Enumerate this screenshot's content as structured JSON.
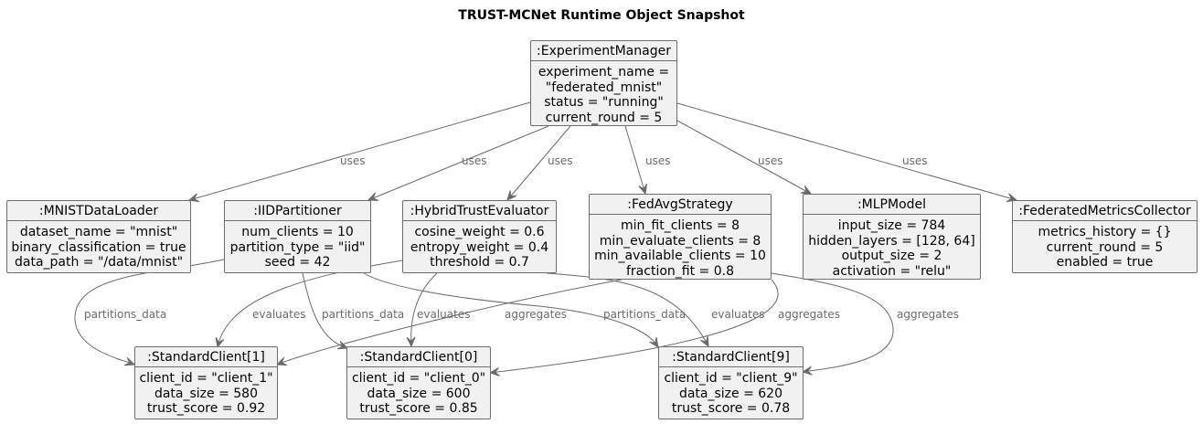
{
  "title": "TRUST-MCNet Runtime Object Snapshot",
  "objects": {
    "experiment_manager": {
      "name": ":ExperimentManager",
      "attrs": [
        "experiment_name =",
        "\"federated_mnist\"",
        "status = \"running\"",
        "current_round = 5"
      ]
    },
    "mnist_data_loader": {
      "name": ":MNISTDataLoader",
      "attrs": [
        "dataset_name = \"mnist\"",
        "binary_classification = true",
        "data_path = \"/data/mnist\""
      ]
    },
    "iid_partitioner": {
      "name": ":IIDPartitioner",
      "attrs": [
        "num_clients = 10",
        "partition_type = \"iid\"",
        "seed = 42"
      ]
    },
    "hybrid_trust_evaluator": {
      "name": ":HybridTrustEvaluator",
      "attrs": [
        "cosine_weight = 0.6",
        "entropy_weight = 0.4",
        "threshold = 0.7"
      ]
    },
    "fedavg_strategy": {
      "name": ":FedAvgStrategy",
      "attrs": [
        "min_fit_clients = 8",
        "min_evaluate_clients = 8",
        "min_available_clients = 10",
        "fraction_fit = 0.8"
      ]
    },
    "mlp_model": {
      "name": ":MLPModel",
      "attrs": [
        "input_size = 784",
        "hidden_layers = [128, 64]",
        "output_size = 2",
        "activation = \"relu\""
      ]
    },
    "federated_metrics_collector": {
      "name": ":FederatedMetricsCollector",
      "attrs": [
        "metrics_history = {}",
        "current_round = 5",
        "enabled = true"
      ]
    },
    "standard_client_1": {
      "name": ":StandardClient[1]",
      "attrs": [
        "client_id = \"client_1\"",
        "data_size = 580",
        "trust_score = 0.92"
      ]
    },
    "standard_client_0": {
      "name": ":StandardClient[0]",
      "attrs": [
        "client_id = \"client_0\"",
        "data_size = 600",
        "trust_score = 0.85"
      ]
    },
    "standard_client_9": {
      "name": ":StandardClient[9]",
      "attrs": [
        "client_id = \"client_9\"",
        "data_size = 620",
        "trust_score = 0.78"
      ]
    }
  },
  "links": [
    {
      "from": "experiment_manager",
      "to": "mnist_data_loader",
      "label": "uses"
    },
    {
      "from": "experiment_manager",
      "to": "iid_partitioner",
      "label": "uses"
    },
    {
      "from": "experiment_manager",
      "to": "hybrid_trust_evaluator",
      "label": "uses"
    },
    {
      "from": "experiment_manager",
      "to": "fedavg_strategy",
      "label": "uses"
    },
    {
      "from": "experiment_manager",
      "to": "mlp_model",
      "label": "uses"
    },
    {
      "from": "experiment_manager",
      "to": "federated_metrics_collector",
      "label": "uses"
    },
    {
      "from": "iid_partitioner",
      "to": "standard_client_1",
      "label": "partitions_data"
    },
    {
      "from": "iid_partitioner",
      "to": "standard_client_0",
      "label": "partitions_data"
    },
    {
      "from": "iid_partitioner",
      "to": "standard_client_9",
      "label": "partitions_data"
    },
    {
      "from": "hybrid_trust_evaluator",
      "to": "standard_client_1",
      "label": "evaluates"
    },
    {
      "from": "hybrid_trust_evaluator",
      "to": "standard_client_0",
      "label": "evaluates"
    },
    {
      "from": "hybrid_trust_evaluator",
      "to": "standard_client_9",
      "label": "evaluates"
    },
    {
      "from": "fedavg_strategy",
      "to": "standard_client_1",
      "label": "aggregates"
    },
    {
      "from": "fedavg_strategy",
      "to": "standard_client_0",
      "label": "aggregates"
    },
    {
      "from": "fedavg_strategy",
      "to": "standard_client_9",
      "label": "aggregates"
    }
  ]
}
